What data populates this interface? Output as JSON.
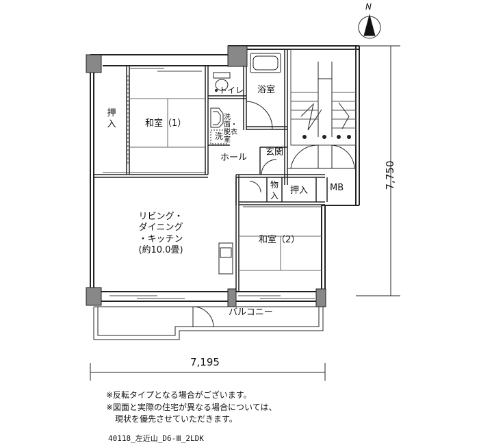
{
  "compass": {
    "north_label": "N"
  },
  "rooms": {
    "oshiire_left": "押入",
    "washitsu_1": "和室（1）",
    "toilet": "トイレ",
    "bath": "浴室",
    "senmen": "洗面・\n脱衣室",
    "washer": "洗",
    "hall": "ホール",
    "genkan": "玄関",
    "monoire": "物入",
    "oshiire_right": "押入",
    "mb": "MB",
    "ldk_line1": "リビング・",
    "ldk_line2": "ダイニング",
    "ldk_line3": "・キッチン",
    "ldk_line4": "(約10.0畳)",
    "washitsu_2": "和室（2）",
    "balcony": "バルコニー"
  },
  "dimensions": {
    "width": "7,195",
    "height": "7,750"
  },
  "notes": {
    "line1": "※反転タイプとなる場合がございます。",
    "line2": "※図面と実際の住宅が異なる場合については、",
    "line3": "現状を優先させていただきます。"
  },
  "code": "40118_左近山_D6-Ⅲ_2LDK"
}
